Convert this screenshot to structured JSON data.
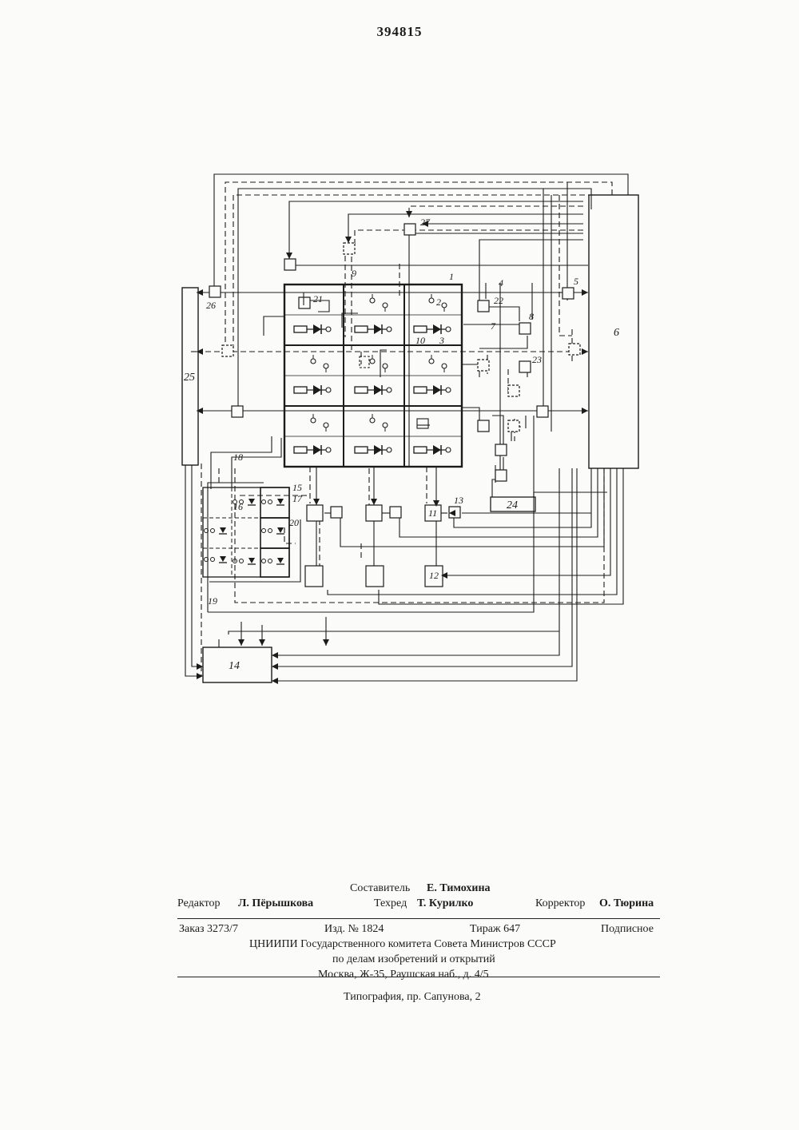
{
  "patent_number": "394815",
  "diagram": {
    "labels": {
      "n1": "1",
      "n2": "2",
      "n3": "3",
      "n4": "4",
      "n5": "5",
      "n6": "6",
      "n7": "7",
      "n8": "8",
      "n9": "9",
      "n10": "10",
      "n11": "11",
      "n12": "12",
      "n13": "13",
      "n14": "14",
      "n15": "15",
      "n16": "16",
      "n17": "17",
      "n18": "18",
      "n19": "19",
      "n20": "20",
      "n21": "21",
      "n22": "22",
      "n23": "23",
      "n24": "24",
      "n25": "25",
      "n26": "26",
      "n27": "27"
    }
  },
  "imprint": {
    "compiler_label": "Составитель",
    "compiler_name": "Е. Тимохина",
    "editor_label": "Редактор",
    "editor_name": "Л. Пёрышкова",
    "techred_label": "Техред",
    "techred_name": "Т. Курилко",
    "corrector_label": "Корректор",
    "corrector_name": "О. Тюрина",
    "order": "Заказ 3273/7",
    "edition": "Изд. № 1824",
    "print_run": "Тираж 647",
    "subscription": "Подписное",
    "org_line1": "ЦНИИПИ Государственного комитета Совета Министров СССР",
    "org_line2": "по делам изобретений и открытий",
    "org_line3": "Москва, Ж-35, Раушская наб., д. 4/5",
    "printer": "Типография, пр. Сапунова, 2"
  }
}
